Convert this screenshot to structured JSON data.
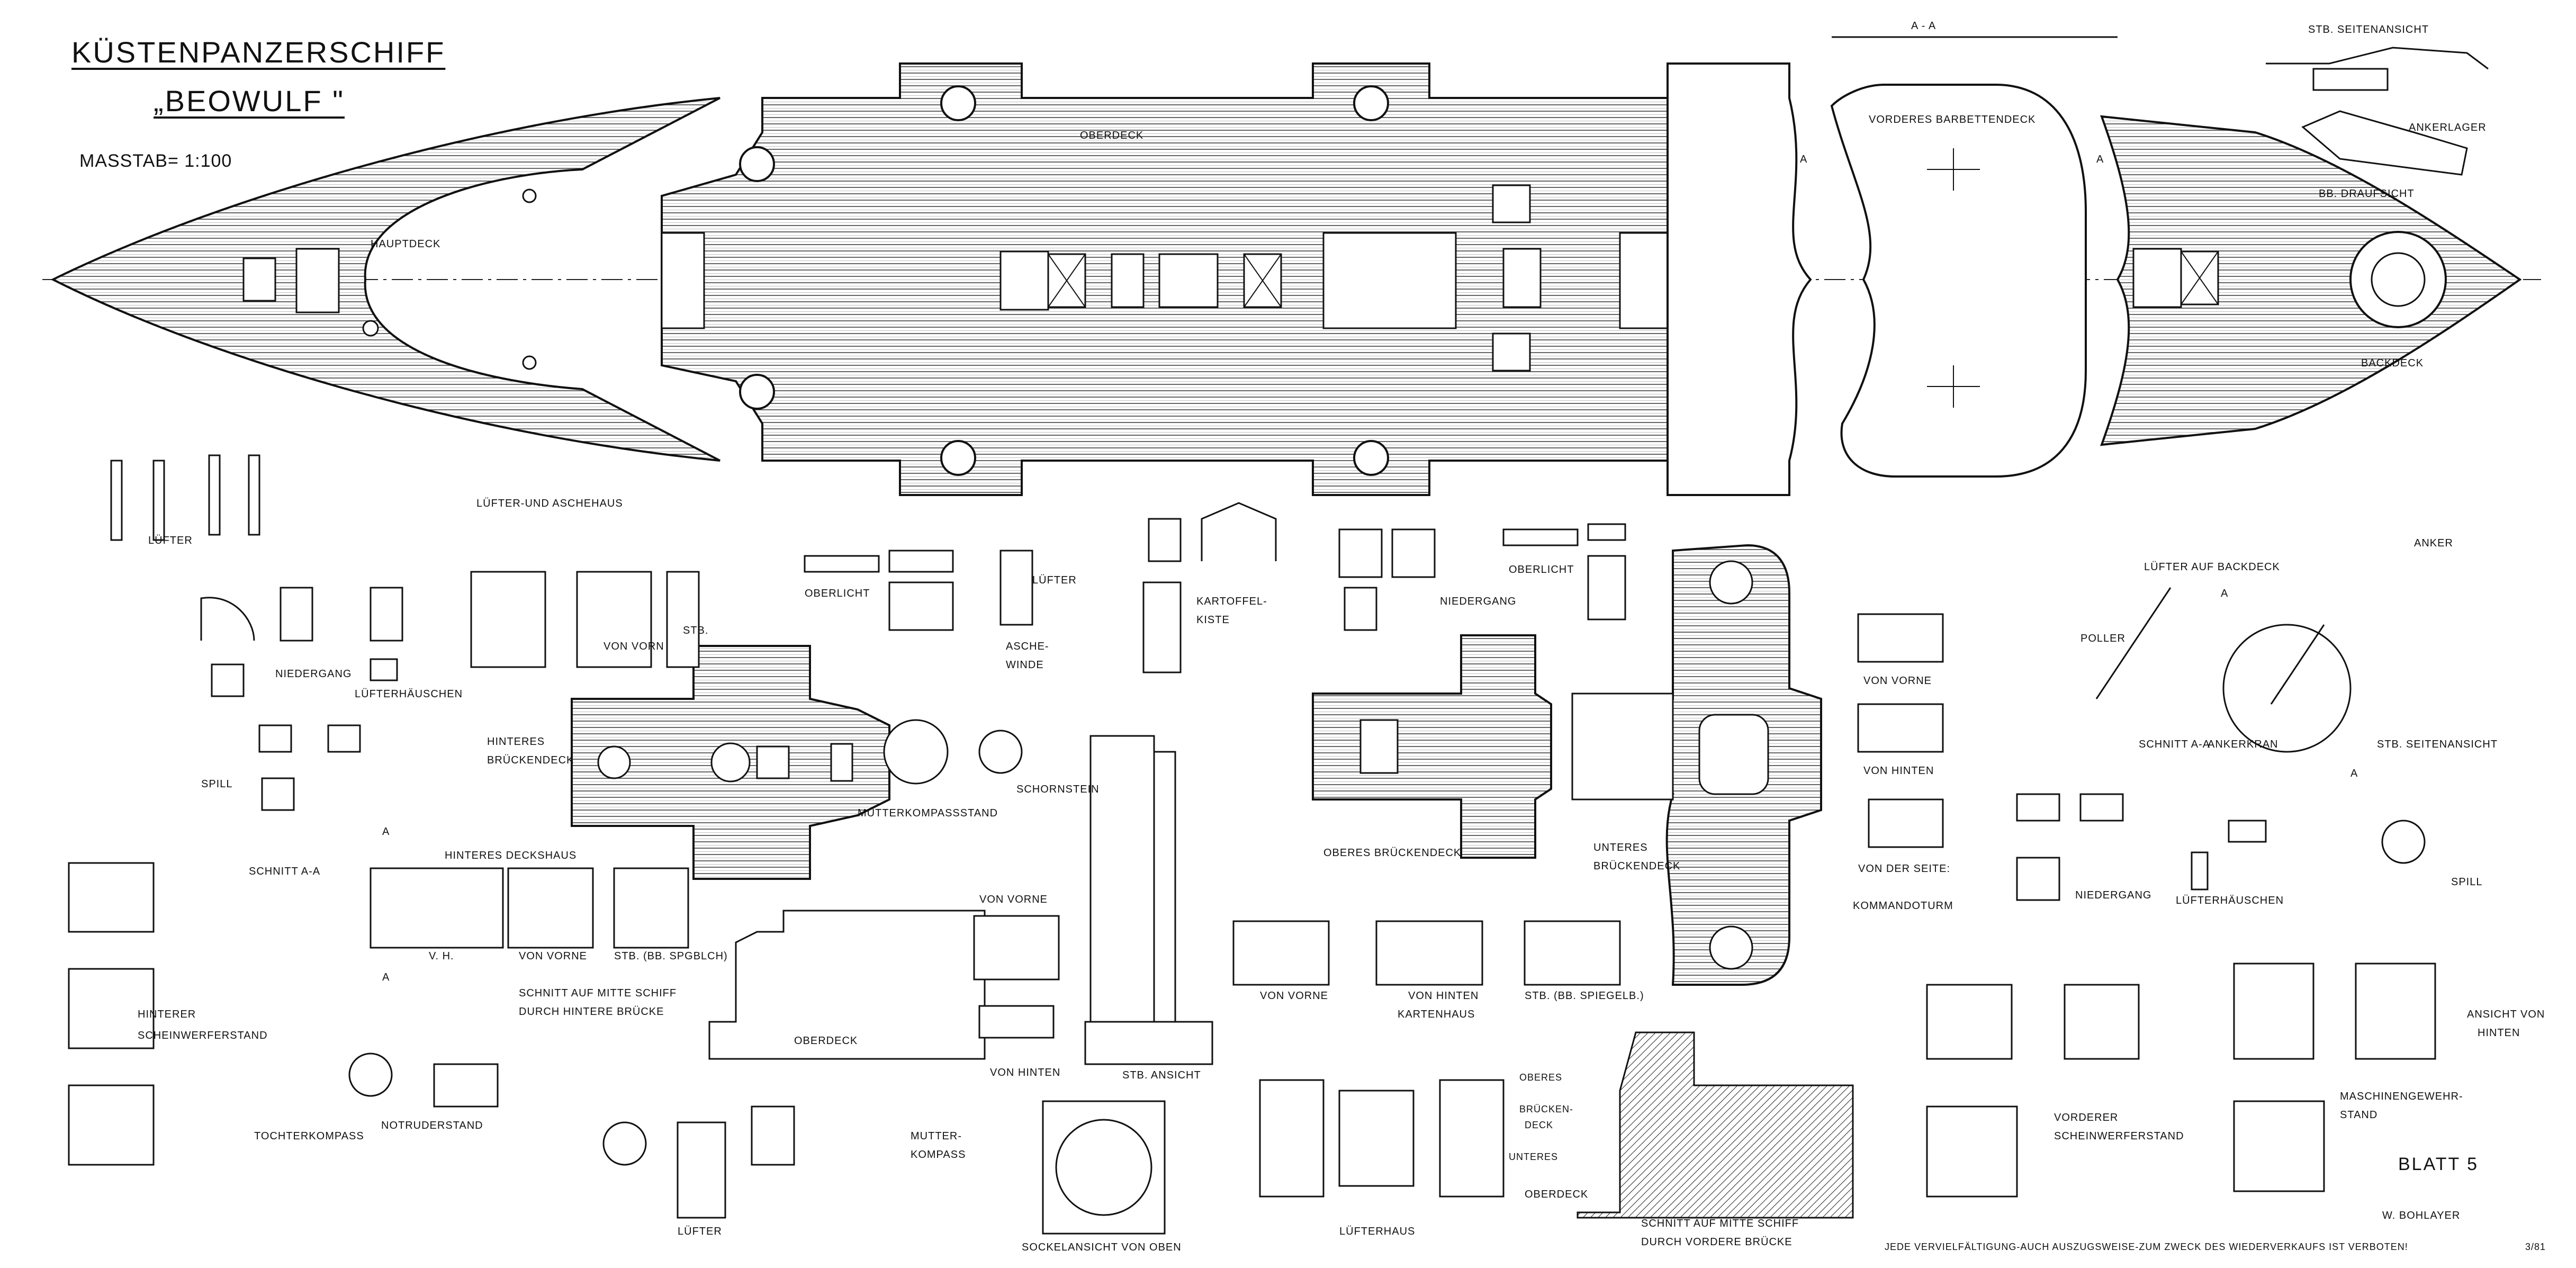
{
  "title": {
    "line1": "KÜSTENPANZERSCHIFF",
    "line2": "„BEOWULF \"",
    "scale": "MASSTAB= 1:100"
  },
  "sheet": {
    "blatt": "BLATT 5",
    "author": "W. BOHLAYER",
    "footer": "JEDE VERVIELFÄLTIGUNG-AUCH AUSZUGSWEISE-ZUM ZWECK DES WIEDERVERKAUFS IST VERBOTEN!",
    "number": "3/81"
  },
  "labels": {
    "hauptdeck": "HAUPTDECK",
    "oberdeck": "OBERDECK",
    "section_aa": "A - A",
    "vorderes_barbettendeck": "VORDERES BARBETTENDECK",
    "stb_seitenansicht_top": "STB. SEITENANSICHT",
    "ankerlager": "ANKERLAGER",
    "bb_draufsicht": "BB. DRAUFSICHT",
    "backdeck": "BACKDECK",
    "luefter": "LÜFTER",
    "luefter_aschehaus": "LÜFTER-UND ASCHEHAUS",
    "von_vorn": "VON VORN",
    "stb": "STB.",
    "oberlicht_17": "OBERLICHT",
    "luefter_16": "LÜFTER",
    "kartoffelkiste": "KARTOFFEL-",
    "kartoffelkiste2": "KISTE",
    "niedergang_13": "NIEDERGANG",
    "oberlicht_12": "OBERLICHT",
    "luefter_auf_backdeck": "LÜFTER AUF BACKDECK",
    "anker": "ANKER",
    "niedergang_24": "NIEDERGANG",
    "luefterhaeuschen_23": "LÜFTERHÄUSCHEN",
    "aschewinde": "ASCHE-",
    "aschewinde2": "WINDE",
    "poller": "POLLER",
    "schnitt_aa": "SCHNITT A-A",
    "ankerkran": "ANKERKRAN",
    "stb_seitenansicht": "STB. SEITENANSICHT",
    "von_vorne": "VON VORNE",
    "von_hinten": "VON HINTEN",
    "von_der_seite": "VON DER SEITE:",
    "kommandoturm": "KOMMANDOTURM",
    "spill_left": "SPILL",
    "hinteres_brueckendeck": "HINTERES",
    "hinteres_brueckendeck2": "BRÜCKENDECK",
    "mutterkompassstand": "MUTTERKOMPASSSTAND",
    "schornstein": "SCHORNSTEIN",
    "oberes_brueckendeck": "OBERES BRÜCKENDECK",
    "unteres_brueckendeck": "UNTERES",
    "unteres_brueckendeck2": "BRÜCKENDECK",
    "niedergang_9": "NIEDERGANG",
    "luefterhaeuschen_10": "LÜFTERHÄUSCHEN",
    "spill_7": "SPILL",
    "hinteres_deckshaus": "HINTERES DECKSHAUS",
    "schnitt_aa_left": "SCHNITT A-A",
    "vh": "V. H.",
    "von_vorne_dh": "VON VORNE",
    "stb_spgblch": "STB. (BB. SPGBLCH)",
    "hinterer_scheinwerferstand": "HINTERER",
    "hinterer_scheinwerferstand2": "SCHEINWERFERSTAND",
    "schnitt_mitte_hinten": "SCHNITT AUF MITTE SCHIFF",
    "schnitt_mitte_hinten2": "DURCH HINTERE BRÜCKE",
    "oberdeck_small": "OBERDECK",
    "von_vorne_s": "VON VORNE",
    "von_hinten_s": "VON HINTEN",
    "stb_ansicht": "STB. ANSICHT",
    "von_vorne_k": "VON VORNE",
    "von_hinten_k": "VON HINTEN",
    "kartenhaus": "KARTENHAUS",
    "stb_spiegelb": "STB. (BB. SPIEGELB.)",
    "vorderer_scheinwerferstand": "VORDERER",
    "vorderer_scheinwerferstand2": "SCHEINWERFERSTAND",
    "ansicht_von_hinten": "ANSICHT VON",
    "ansicht_von_hinten2": "HINTEN",
    "maschinengewehrstand": "MASCHINENGEWEHR-",
    "maschinengewehrstand2": "STAND",
    "tochterkompass": "TOCHTERKOMPASS",
    "notruderstand": "NOTRUDERSTAND",
    "luefter_30": "LÜFTER",
    "mutterkompass": "MUTTER-",
    "mutterkompass2": "KOMPASS",
    "sockelansicht": "SOCKELANSICHT VON OBEN",
    "luefterhaus": "LÜFTERHAUS",
    "oberes_bruecken_deck": "OBERES",
    "oberes_bruecken_deck2": "BRÜCKEN-",
    "oberes_bruecken_deck3": "DECK",
    "unteres": "UNTERES",
    "oberdeck_s2": "OBERDECK",
    "schnitt_mitte_vorn": "SCHNITT AUF MITTE SCHIFF",
    "schnitt_mitte_vorn2": "DURCH VORDERE BRÜCKE",
    "A": "A"
  }
}
